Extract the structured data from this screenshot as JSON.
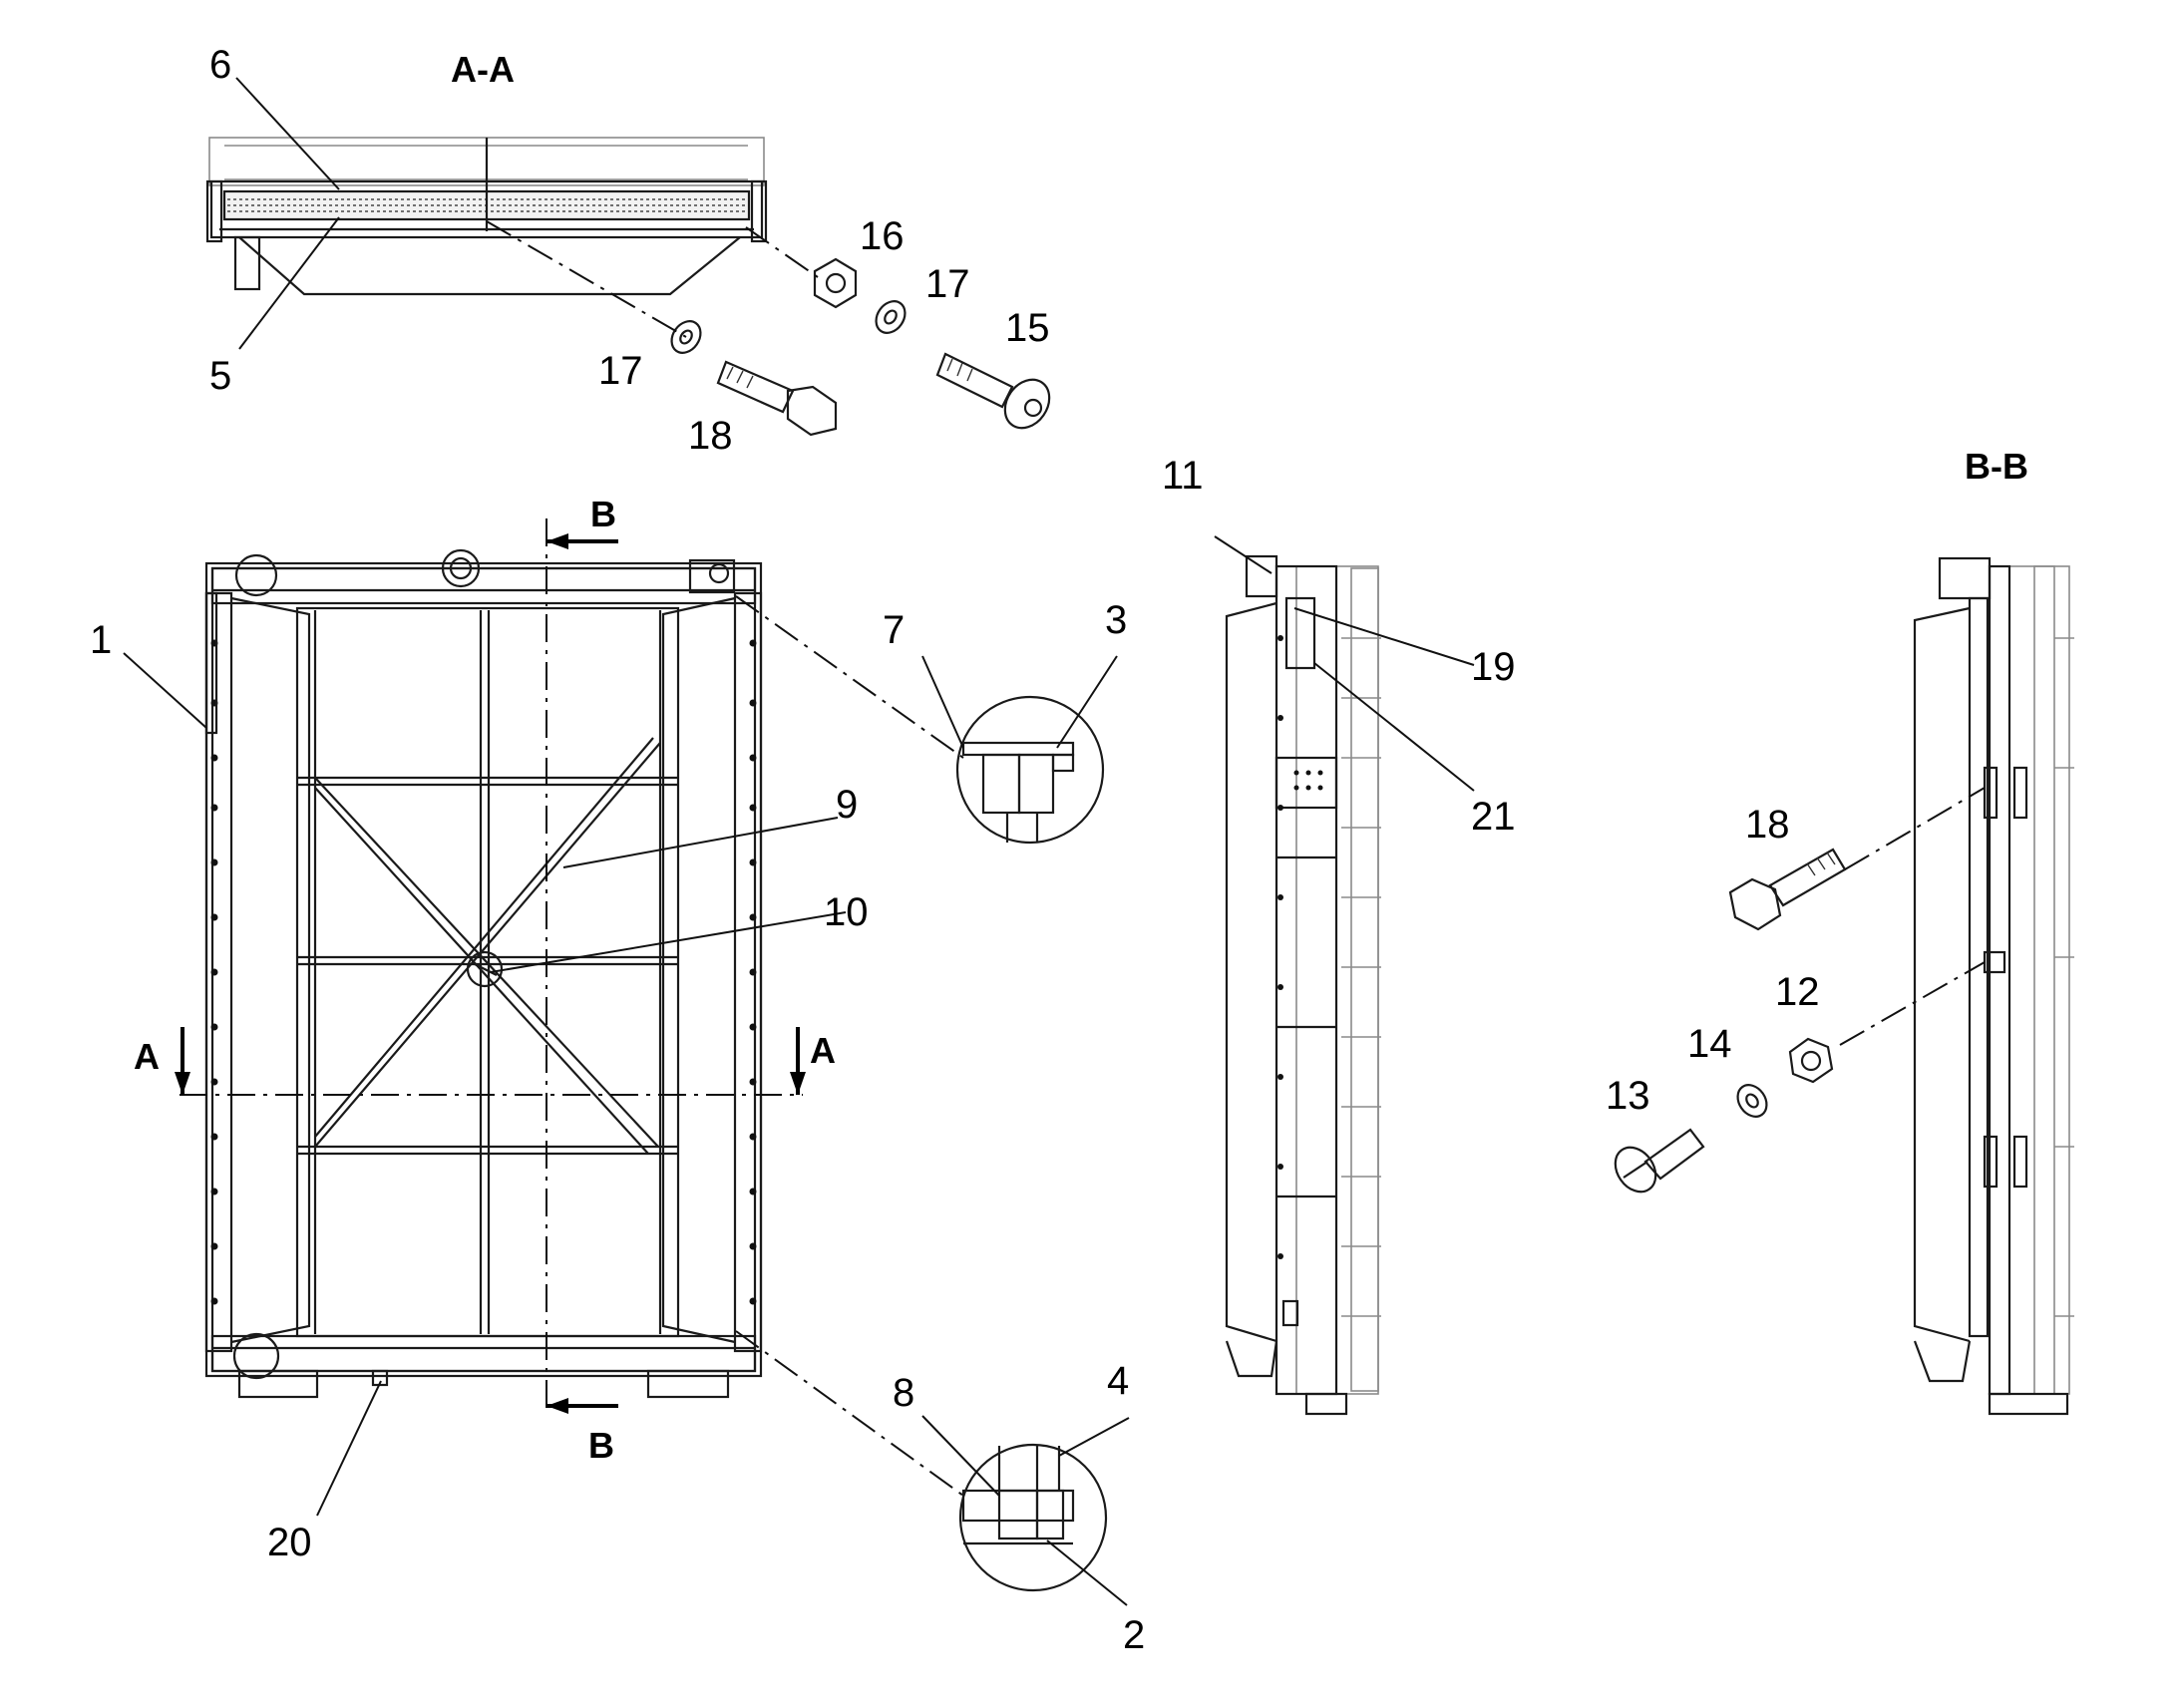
{
  "views": {
    "section_aa": "A-A",
    "section_bb": "B-B",
    "cut_a_left": "A",
    "cut_a_right": "A",
    "cut_b_top": "B",
    "cut_b_bottom": "B"
  },
  "callouts": {
    "c1": "1",
    "c2": "2",
    "c3": "3",
    "c4": "4",
    "c5": "5",
    "c6": "6",
    "c7": "7",
    "c8": "8",
    "c9": "9",
    "c10": "10",
    "c11": "11",
    "c12": "12",
    "c13": "13",
    "c14": "14",
    "c15": "15",
    "c16": "16",
    "c17a": "17",
    "c17b": "17",
    "c18a": "18",
    "c18b": "18",
    "c19": "19",
    "c20": "20",
    "c21": "21"
  }
}
